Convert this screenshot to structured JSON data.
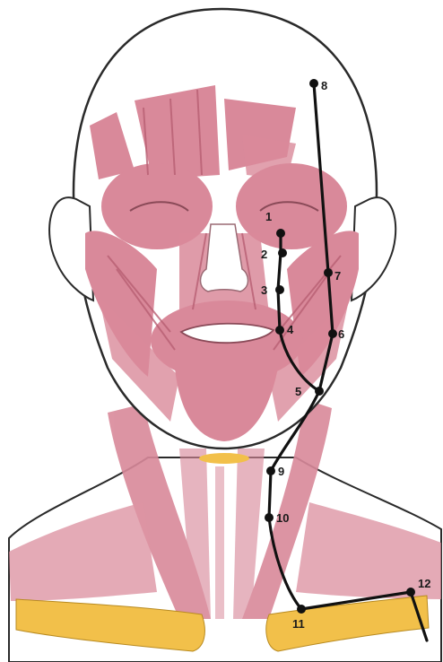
{
  "points": [
    {
      "id": "1",
      "label": "1"
    },
    {
      "id": "2",
      "label": "2"
    },
    {
      "id": "3",
      "label": "3"
    },
    {
      "id": "4",
      "label": "4"
    },
    {
      "id": "5",
      "label": "5"
    },
    {
      "id": "6",
      "label": "6"
    },
    {
      "id": "7",
      "label": "7"
    },
    {
      "id": "8",
      "label": "8"
    },
    {
      "id": "9",
      "label": "9"
    },
    {
      "id": "10",
      "label": "10"
    },
    {
      "id": "11",
      "label": "11"
    },
    {
      "id": "12",
      "label": "12"
    }
  ],
  "colors": {
    "muscle": "#d9899a",
    "muscle_dark": "#b85f73",
    "skin": "#ffffff",
    "outline": "#2a2a2a",
    "bone": "#f2c04a",
    "path": "#111111"
  }
}
